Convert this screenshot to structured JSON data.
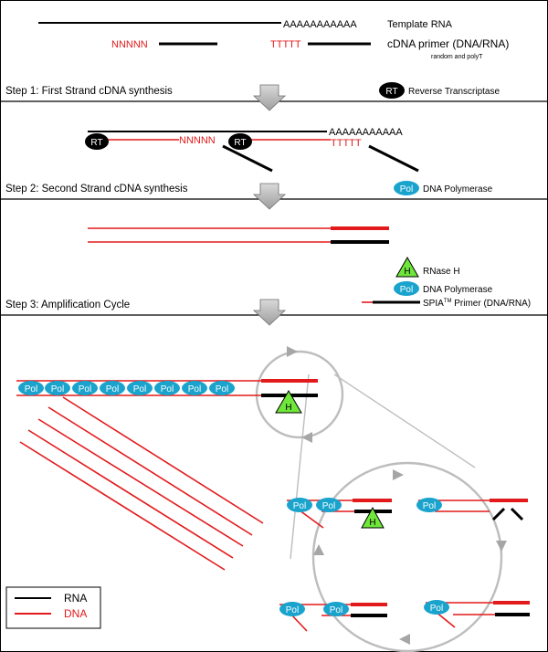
{
  "colors": {
    "rna": "#000000",
    "dna": "#e31a1c",
    "pol": "#1aa3cc",
    "rnaseh": "#6ee63a",
    "arrow": "#bdbdbd"
  },
  "panel1": {
    "poly_a": "AAAAAAAAAAA",
    "template_rna": "Template RNA",
    "random_primer": "NNNNN",
    "polyt_primer": "TTTTT",
    "primer_label": "cDNA primer (DNA/RNA)",
    "primer_sublabel": "random and polyT"
  },
  "step1": {
    "title": "Step 1: First Strand cDNA synthesis",
    "enzyme_abbr": "RT",
    "enzyme_name": "Reverse Transcriptase"
  },
  "panel2": {
    "poly_a": "AAAAAAAAAAA",
    "random_primer": "NNNNN",
    "polyt_primer": "TTTTT",
    "enzyme_abbr": "RT"
  },
  "step2": {
    "title": "Step 2: Second Strand cDNA synthesis",
    "enzyme_abbr": "Pol",
    "enzyme_name": "DNA Polymerase"
  },
  "legend3": {
    "rnaseh_abbr": "H",
    "rnaseh_name": "RNase H",
    "pol_abbr": "Pol",
    "pol_name": "DNA Polymerase",
    "spia_name": "SPIA",
    "spia_tm": "TM",
    "spia_suffix": " Primer (DNA/RNA)"
  },
  "step3": {
    "title": "Step 3: Amplification Cycle"
  },
  "panel4": {
    "pol_abbr": "Pol",
    "rnaseh_abbr": "H"
  },
  "legend": {
    "rna": "RNA",
    "dna": "DNA"
  }
}
